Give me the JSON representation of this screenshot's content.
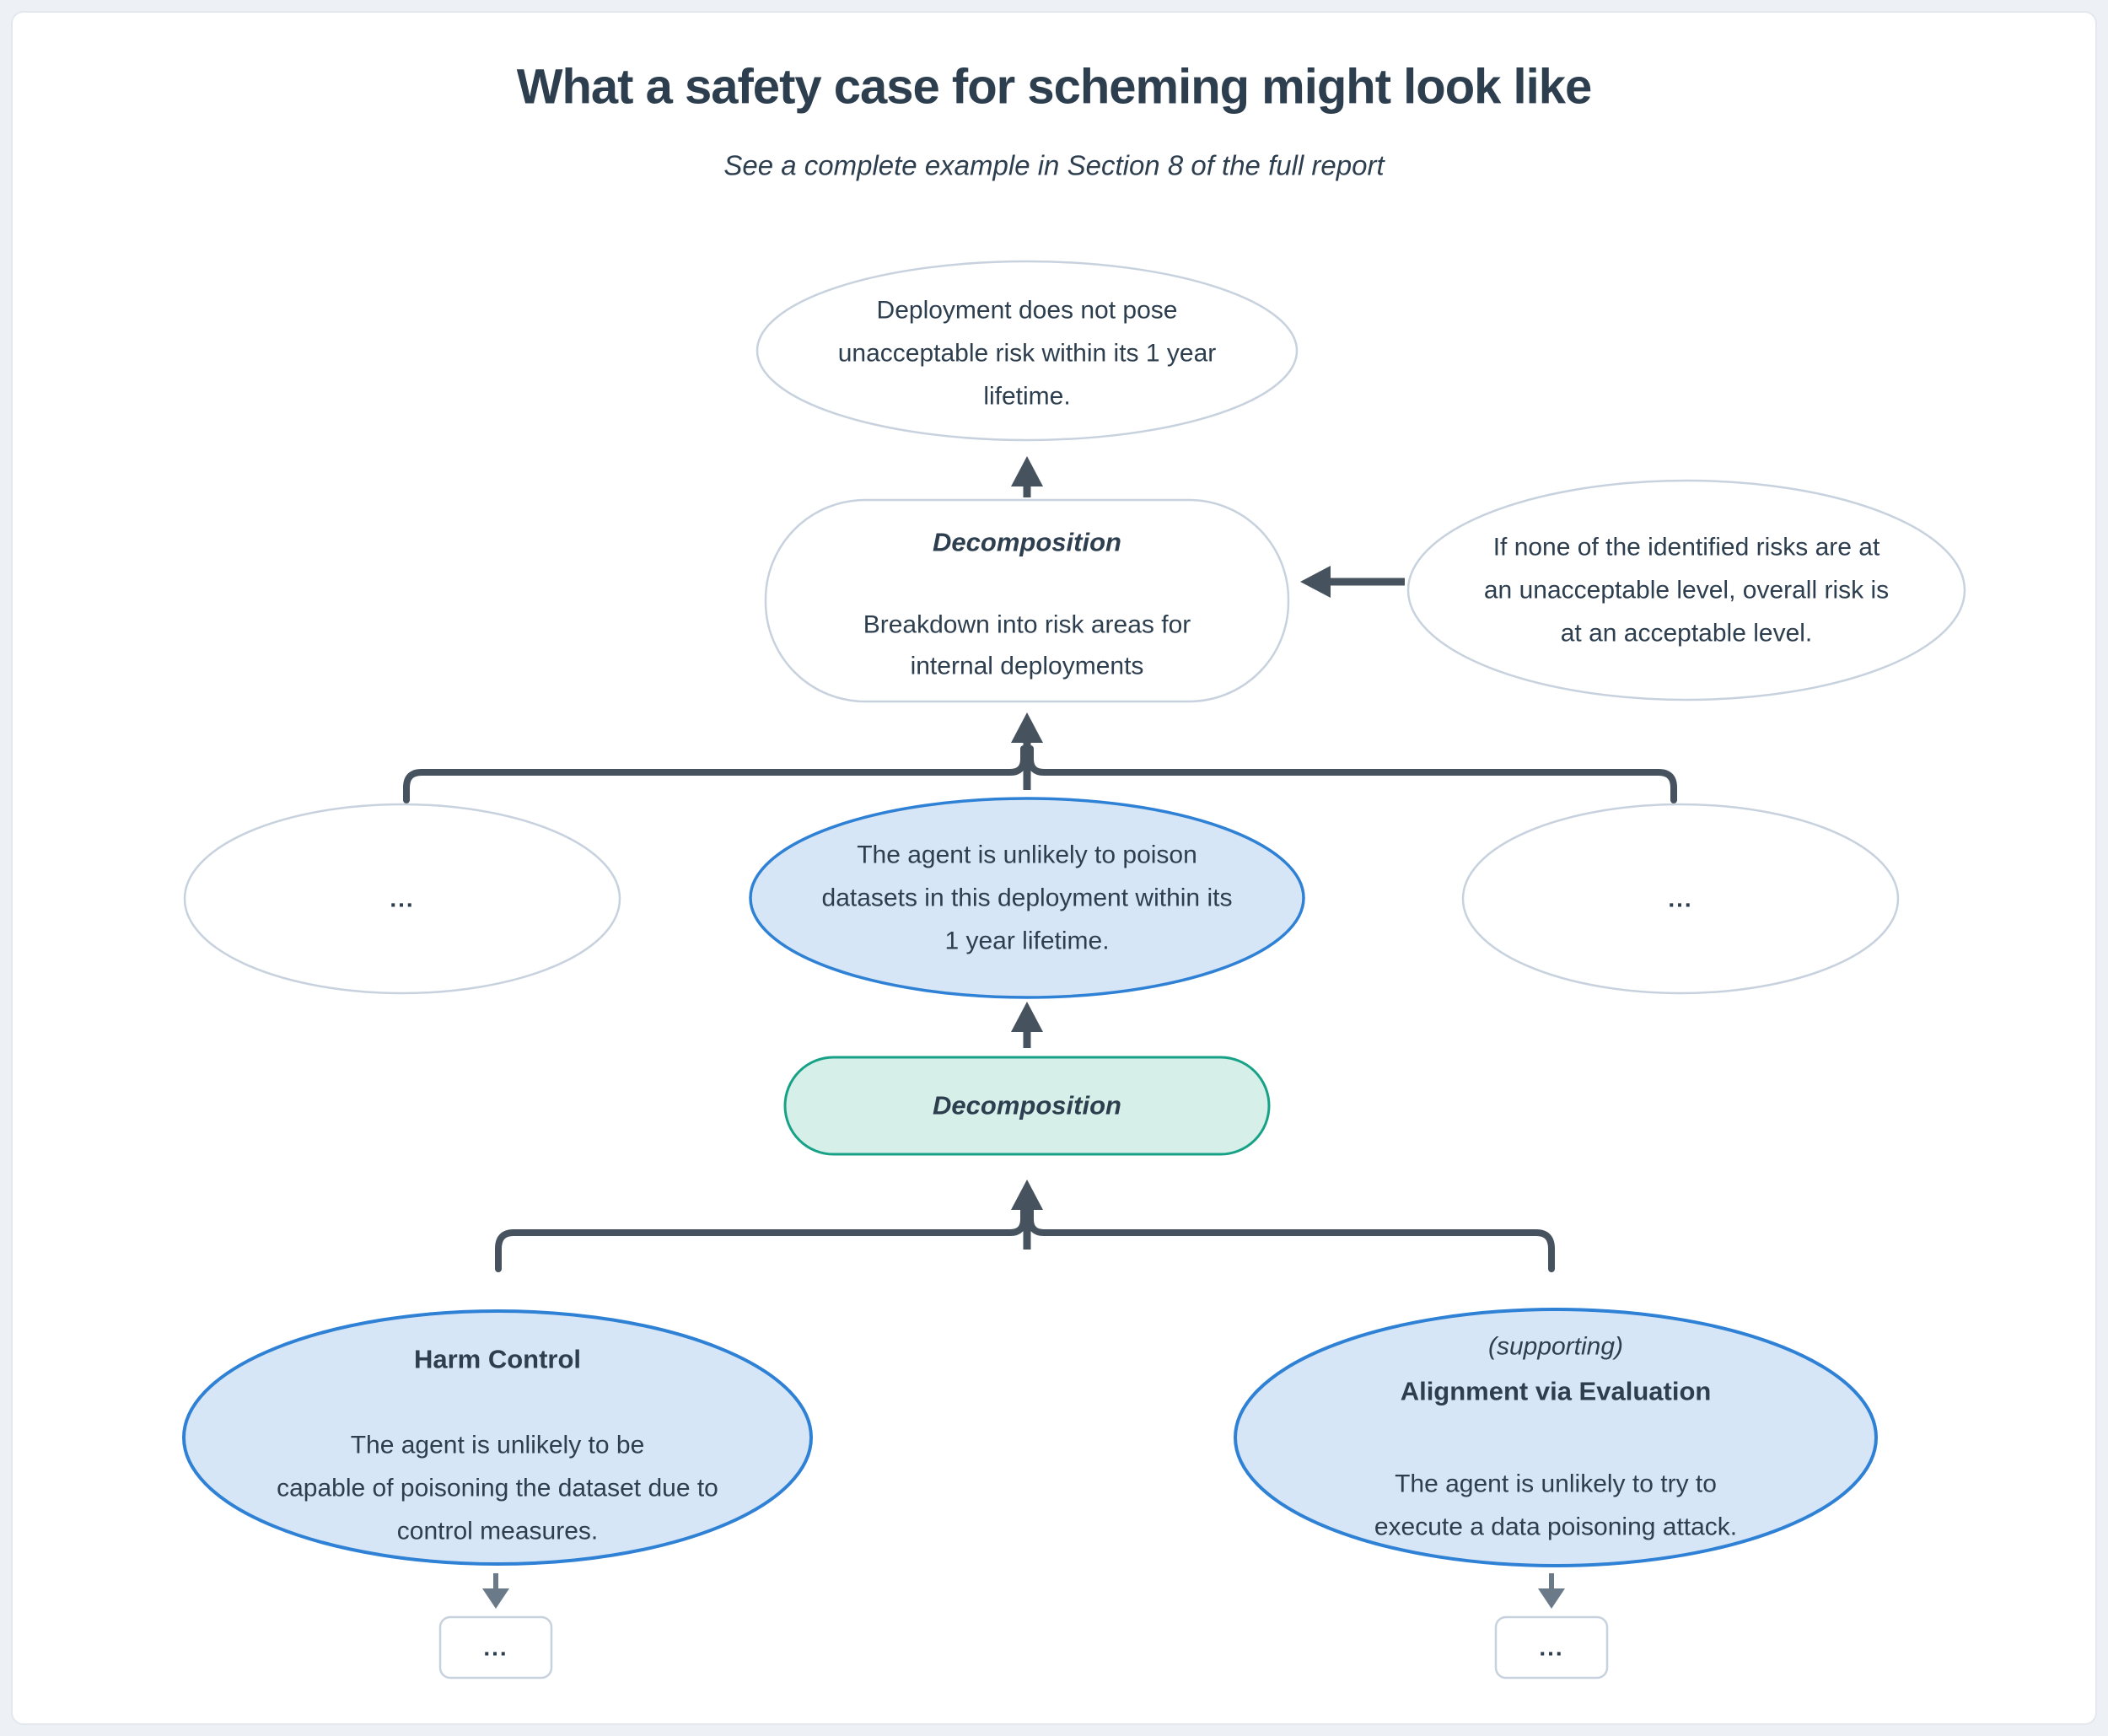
{
  "page": {
    "title": "What a safety case for scheming might look like",
    "subtitle": "See a complete example in Section 8 of the full report"
  },
  "colors": {
    "page_bg": "#edf0f4",
    "card_bg": "#ffffff",
    "ink": "#2d3e4f",
    "connector": "#46535f",
    "connector_light": "#6b7a89",
    "node_border": "#c7d2de",
    "blue_border": "#2e81d5",
    "blue_fill": "#d7e6f7",
    "green_border": "#17a287",
    "green_fill": "#d6efe8"
  },
  "nodes": {
    "top_claim": {
      "lines": [
        "Deployment does not pose",
        "unacceptable  risk within its 1 year",
        "lifetime."
      ]
    },
    "decomposition1": {
      "title": "Decomposition",
      "lines": [
        "Breakdown into risk areas for",
        "internal deployments"
      ]
    },
    "side_note": {
      "lines": [
        "If none of the identified risks are at",
        "an unacceptable level, overall risk is",
        "at an acceptable level."
      ]
    },
    "sibling_left": {
      "label": "..."
    },
    "sibling_right": {
      "label": "..."
    },
    "risk_claim": {
      "lines": [
        "The agent is unlikely to poison",
        "datasets in this deployment within its",
        "1 year lifetime."
      ]
    },
    "decomposition2": {
      "title": "Decomposition"
    },
    "harm_control": {
      "title": "Harm Control",
      "lines": [
        "The agent is unlikely to be",
        "capable of poisoning the dataset due to",
        "control measures."
      ]
    },
    "alignment": {
      "pretitle": "(supporting)",
      "title": "Alignment via Evaluation",
      "lines": [
        "The agent is unlikely to try to",
        "execute a data poisoning attack."
      ]
    },
    "more_left": {
      "label": "..."
    },
    "more_right": {
      "label": "..."
    }
  }
}
